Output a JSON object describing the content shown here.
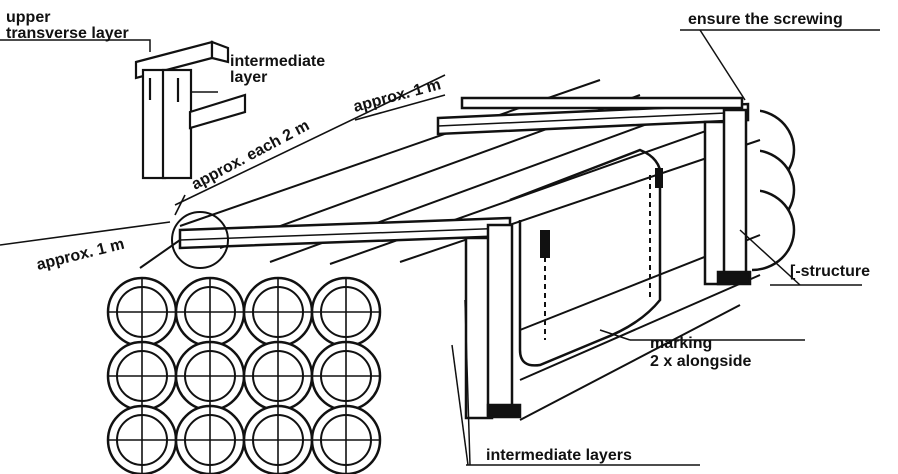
{
  "labels": {
    "upper_transverse_layer_line1": "upper",
    "upper_transverse_layer_line2": "transverse layer",
    "intermediate_layer_line1": "intermediate",
    "intermediate_layer_line2": "layer",
    "approx_1m_top": "approx. 1 m",
    "approx_each_2m": "approx. each 2 m",
    "approx_1m_left": "approx. 1 m",
    "ensure_screwing": "ensure the screwing",
    "i_structure": "[-structure",
    "marking_line1": "marking",
    "marking_line2": "2 x alongside",
    "intermediate_layers": "intermediate layers"
  },
  "colors": {
    "ink": "#111111",
    "paper": "#ffffff"
  }
}
